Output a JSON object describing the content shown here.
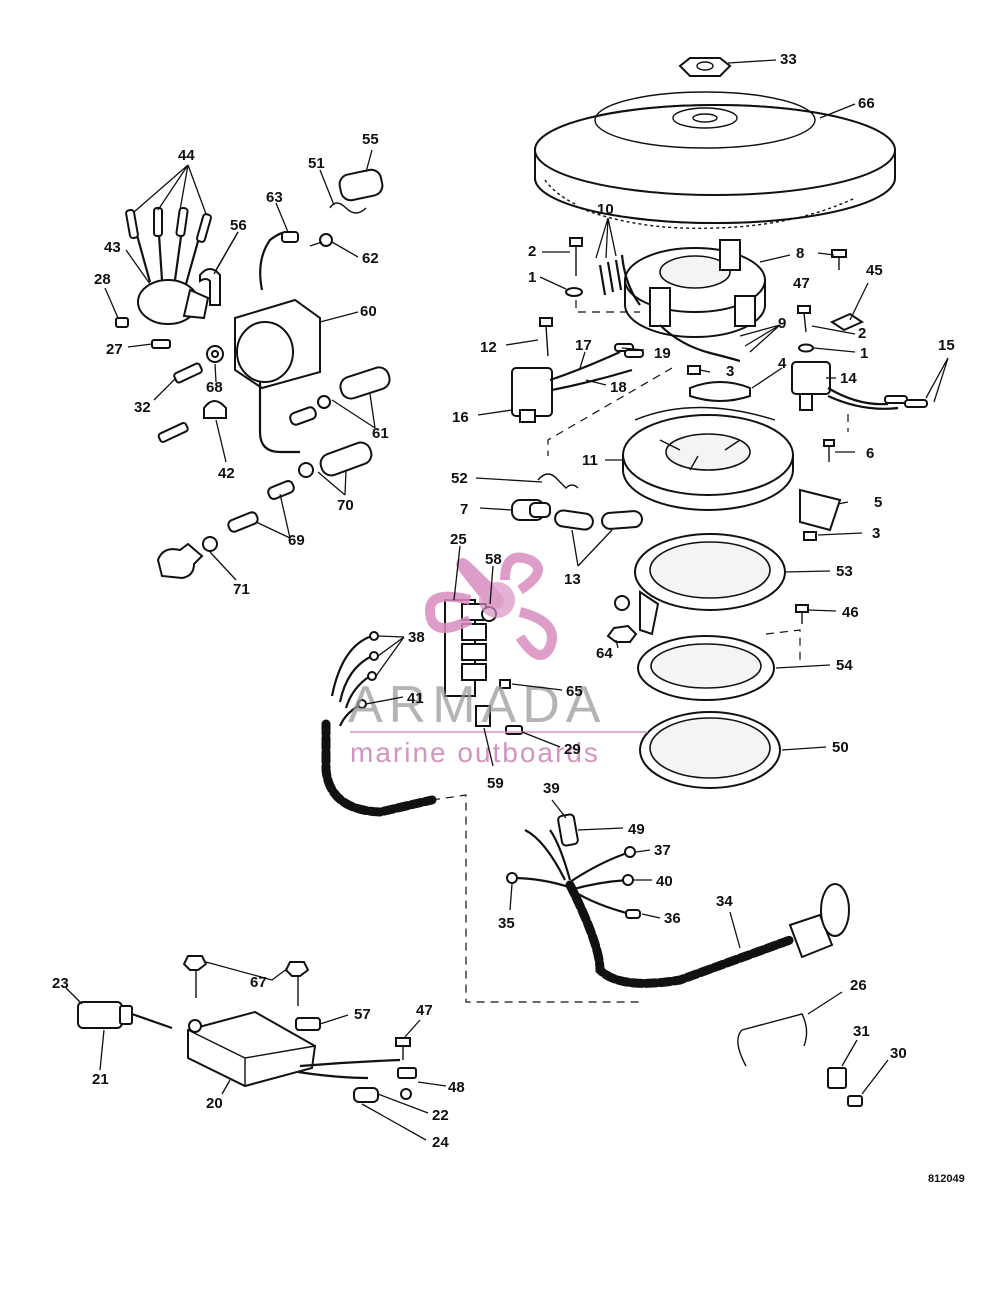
{
  "watermark": {
    "brand": "ARMADA",
    "tagline": "marine outboards"
  },
  "drawing_number": "812049",
  "callouts": {
    "c1a": "1",
    "c1b": "1",
    "c2a": "2",
    "c2b": "2",
    "c3a": "3",
    "c3b": "3",
    "c4": "4",
    "c5": "5",
    "c6": "6",
    "c7": "7",
    "c8": "8",
    "c9": "9",
    "c10": "10",
    "c11": "11",
    "c12": "12",
    "c13": "13",
    "c14": "14",
    "c15": "15",
    "c16": "16",
    "c17": "17",
    "c18": "18",
    "c19": "19",
    "c20": "20",
    "c21": "21",
    "c22": "22",
    "c23": "23",
    "c24": "24",
    "c25": "25",
    "c26": "26",
    "c27": "27",
    "c28": "28",
    "c29": "29",
    "c30": "30",
    "c31": "31",
    "c32": "32",
    "c33": "33",
    "c34": "34",
    "c35": "35",
    "c36": "36",
    "c37": "37",
    "c38": "38",
    "c39": "39",
    "c40": "40",
    "c41": "41",
    "c42": "42",
    "c43": "43",
    "c44": "44",
    "c45": "45",
    "c46": "46",
    "c47a": "47",
    "c47b": "47",
    "c48": "48",
    "c49": "49",
    "c50": "50",
    "c51": "51",
    "c52": "52",
    "c53": "53",
    "c54": "54",
    "c55": "55",
    "c56": "56",
    "c57": "57",
    "c58": "58",
    "c59": "59",
    "c60": "60",
    "c61": "61",
    "c62": "62",
    "c63": "63",
    "c64": "64",
    "c65": "65",
    "c66": "66",
    "c67": "67",
    "c68": "68",
    "c69": "69",
    "c70": "70",
    "c71": "71"
  },
  "colors": {
    "ink": "#111111",
    "logo_pink": "#d98cc0",
    "logo_grey": "#9b9b9b"
  }
}
